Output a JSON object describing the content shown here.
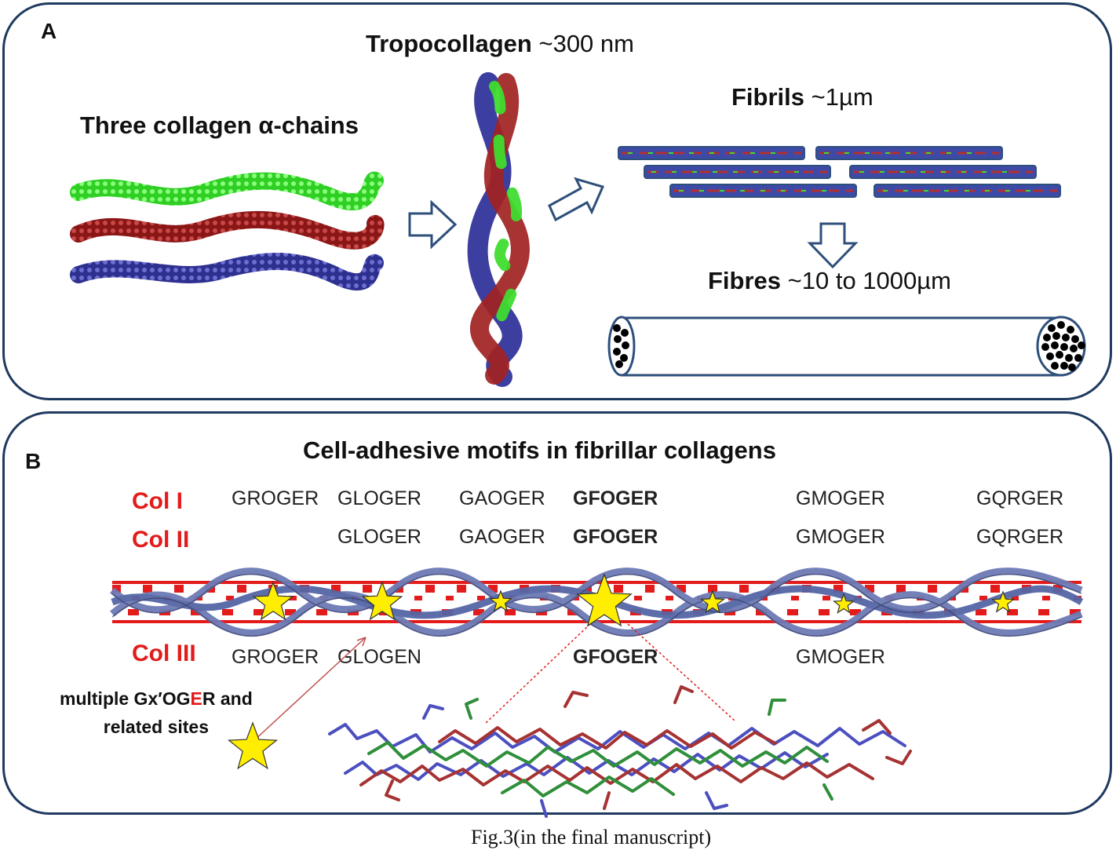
{
  "panel_a": {
    "letter": "A",
    "tropocollagen_bold": "Tropocollagen",
    "tropocollagen_size": " ~300 nm",
    "chains_title": "Three collagen α-chains",
    "fibrils_bold": "Fibrils",
    "fibrils_size": " ~1µm",
    "fibres_bold": "Fibres",
    "fibres_size": " ~10 to 1000µm",
    "chain_colors": [
      "#3fdc2f",
      "#a12222",
      "#3d3fa0"
    ]
  },
  "panel_b": {
    "letter": "B",
    "title": "Cell-adhesive motifs in fibrillar collagens",
    "col1_label": "Col I",
    "col1_motifs": [
      "GROGER",
      "GLOGER",
      "GAOGER",
      "GFOGER",
      "GMOGER",
      "GQRGER"
    ],
    "col2_label": "Col II",
    "col2_motifs": [
      "GLOGER",
      "GAOGER",
      "GFOGER",
      "GMOGER",
      "GQRGER"
    ],
    "col3_label": "Col III",
    "col3_motifs": [
      "GROGER",
      "GLOGEN",
      "GFOGER",
      "GMOGER"
    ],
    "legend_line1_pre": "multiple Gx",
    "legend_line1_prime": "′",
    "legend_line1_og": "OG",
    "legend_line1_e": "E",
    "legend_line1_post": "R and",
    "legend_line2": "related sites",
    "star_color": "#ffee00",
    "accent_red": "#e31b1b"
  },
  "caption": "Fig.3(in the final manuscript)"
}
